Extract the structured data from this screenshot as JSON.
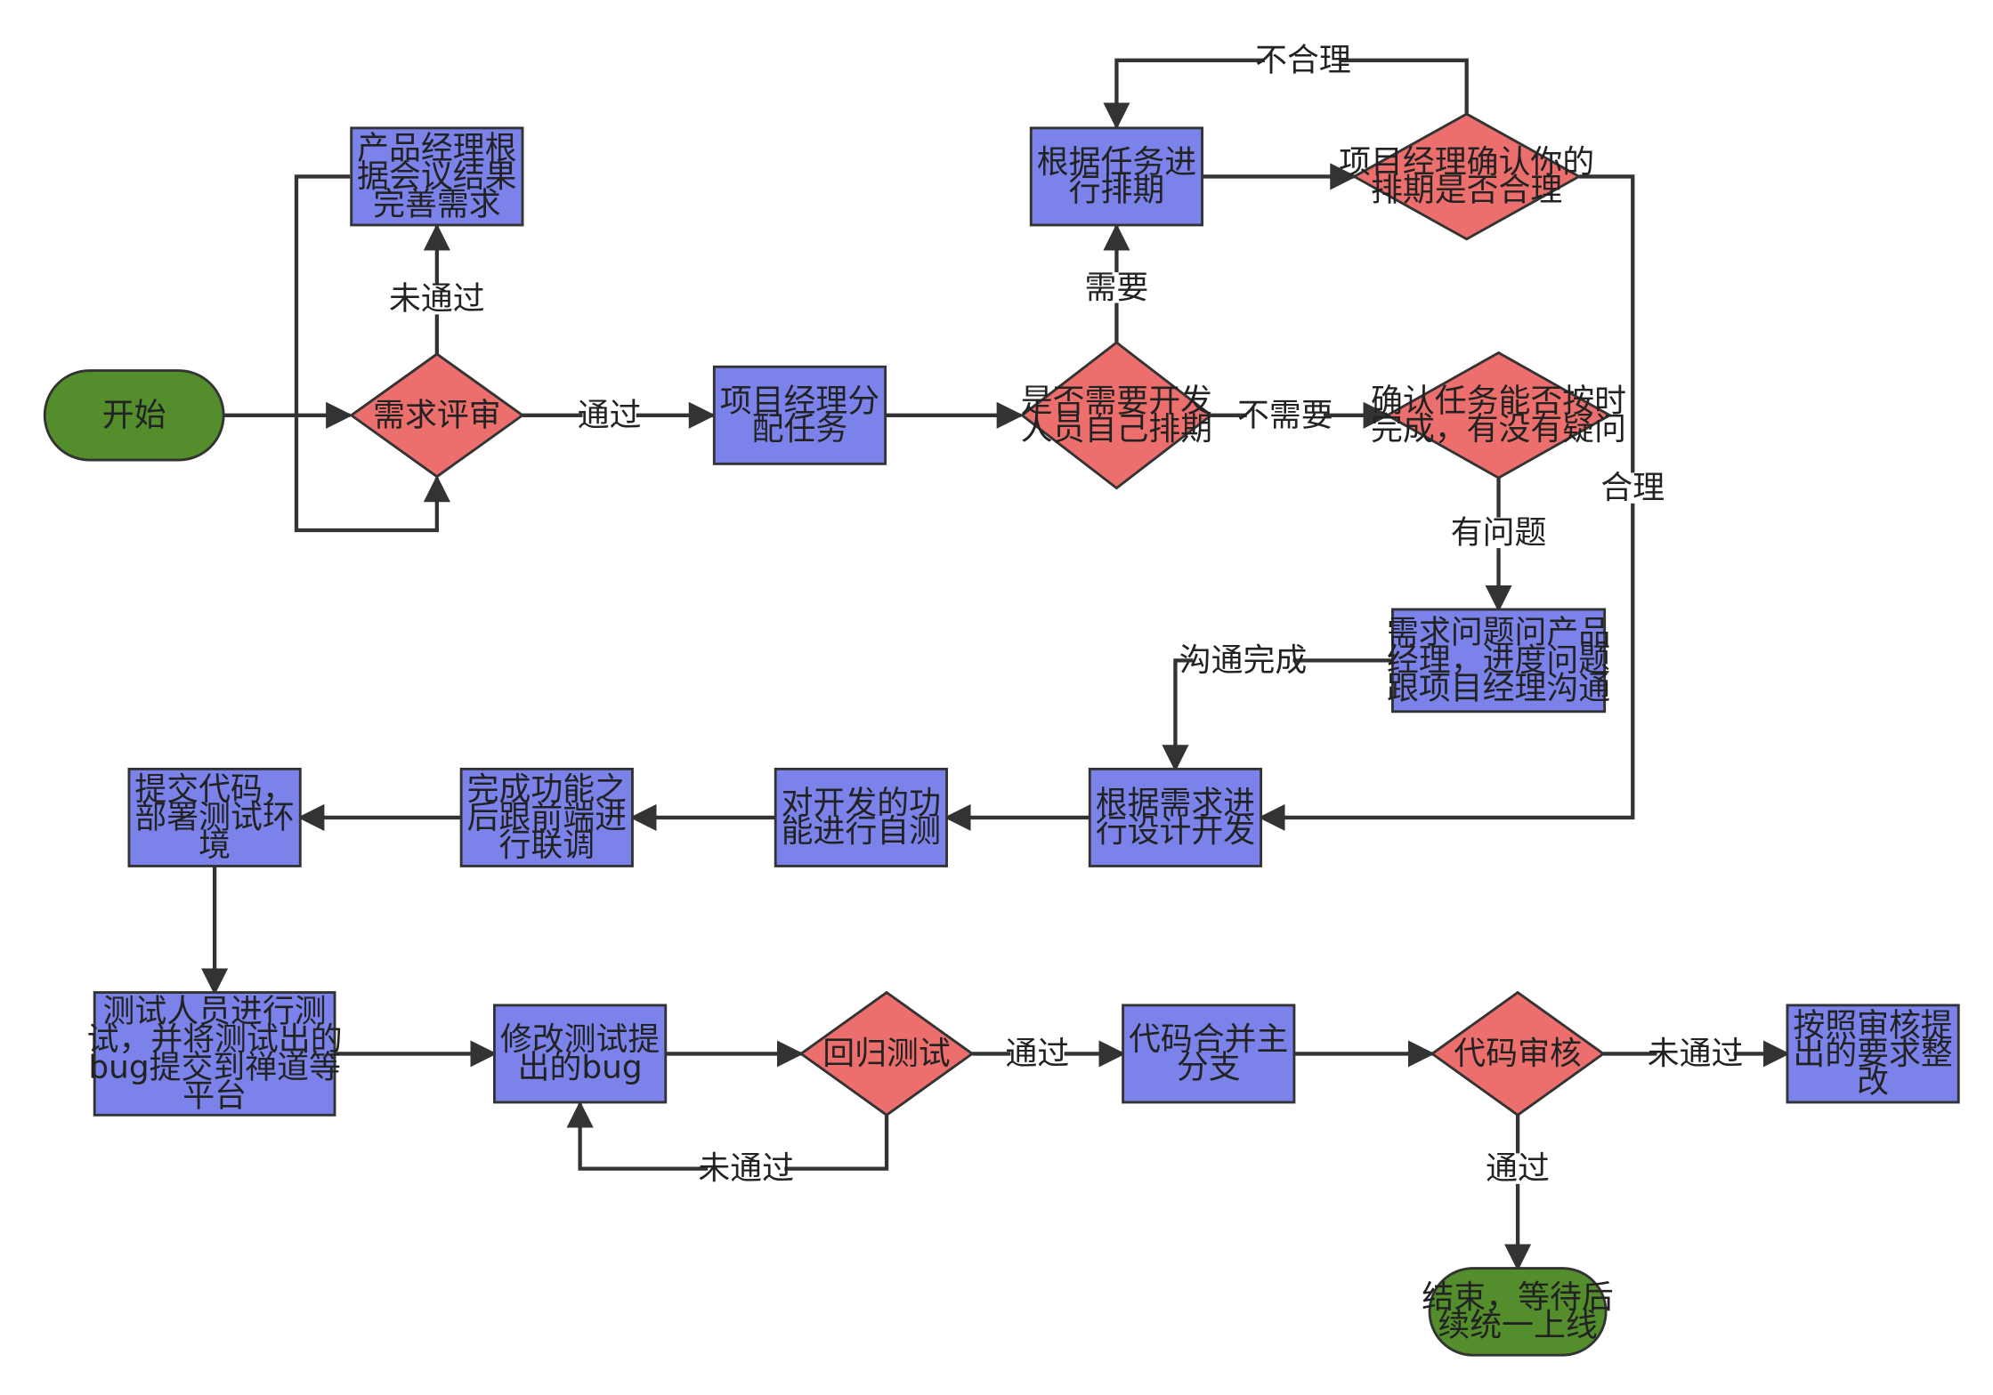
{
  "colors": {
    "process_fill": "#7b83eb",
    "decision_fill": "#ec6f6d",
    "terminal_fill": "#538d2c",
    "stroke": "#333333",
    "background": "#ffffff"
  },
  "nodes": {
    "start": {
      "lines": [
        "开始"
      ]
    },
    "req_review": {
      "lines": [
        "需求评审"
      ]
    },
    "pm_refine": {
      "lines": [
        "产品经理根",
        "据会议结果",
        "完善需求"
      ]
    },
    "pm_assign": {
      "lines": [
        "项目经理分",
        "配任务"
      ]
    },
    "need_schedule": {
      "lines": [
        "是否需要开发",
        "人员自己排期"
      ]
    },
    "schedule_by_task": {
      "lines": [
        "根据任务进",
        "行排期"
      ]
    },
    "pm_confirm": {
      "lines": [
        "项目经理确认你的",
        "排期是否合理"
      ]
    },
    "confirm_ontime": {
      "lines": [
        "确认任务能否按时",
        "完成，有没有疑问"
      ]
    },
    "communicate": {
      "lines": [
        "需求问题问产品",
        "经理，进度问题",
        "跟项目经理沟通"
      ]
    },
    "design_dev": {
      "lines": [
        "根据需求进",
        "行设计开发"
      ]
    },
    "self_test": {
      "lines": [
        "对开发的功",
        "能进行自测"
      ]
    },
    "integration": {
      "lines": [
        "完成功能之",
        "后跟前端进",
        "行联调"
      ]
    },
    "commit_deploy": {
      "lines": [
        "提交代码，",
        "部署测试环",
        "境"
      ]
    },
    "tester": {
      "lines": [
        "测试人员进行测",
        "试，并将测试出的",
        "bug提交到禅道等",
        "平台"
      ]
    },
    "fix_bug": {
      "lines": [
        "修改测试提",
        "出的bug"
      ]
    },
    "regression": {
      "lines": [
        "回归测试"
      ]
    },
    "merge": {
      "lines": [
        "代码合并主",
        "分支"
      ]
    },
    "code_review": {
      "lines": [
        "代码审核"
      ]
    },
    "rectify": {
      "lines": [
        "按照审核提",
        "出的要求整",
        "改"
      ]
    },
    "end": {
      "lines": [
        "结束，等待后",
        "续统一上线"
      ]
    }
  },
  "edge_labels": {
    "review_fail": "未通过",
    "review_pass": "通过",
    "need": "需要",
    "no_need": "不需要",
    "unreasonable": "不合理",
    "reasonable": "合理",
    "has_problem": "有问题",
    "comm_done": "沟通完成",
    "regress_pass": "通过",
    "regress_fail": "未通过",
    "cr_fail": "未通过",
    "cr_pass": "通过"
  }
}
